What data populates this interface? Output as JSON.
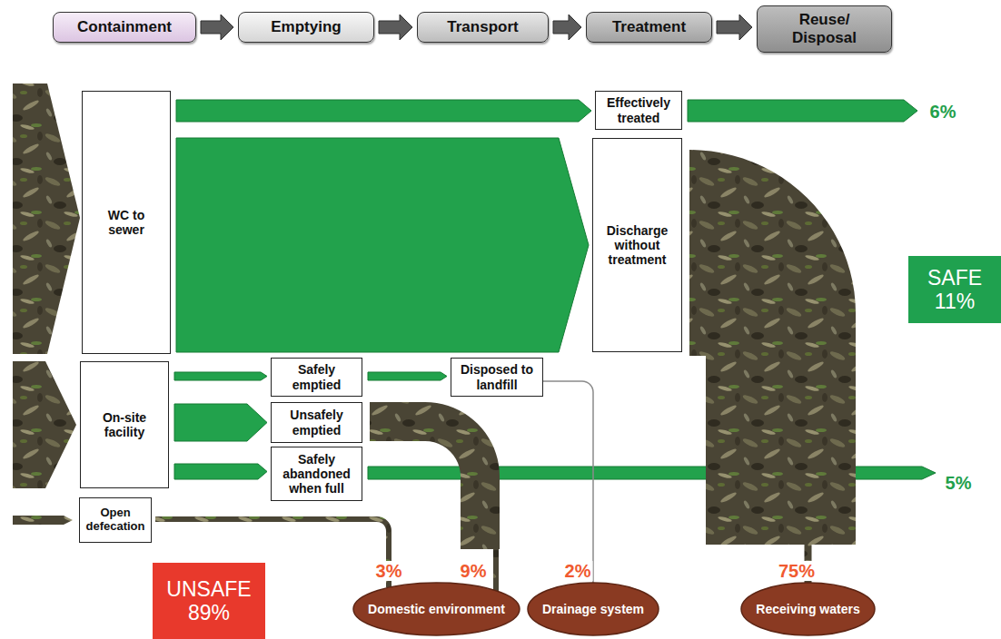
{
  "diagram": {
    "nodes": [
      {
        "text": [
          "Containment"
        ]
      },
      {
        "text": [
          "Emptying"
        ]
      },
      {
        "text": [
          "Transport"
        ]
      },
      {
        "text": [
          "Treatment"
        ]
      },
      {
        "text": [
          "Reuse/ Disposal"
        ]
      },
      {
        "text": [
          "WC to sewer"
        ]
      },
      {
        "text": [
          "Effectively treated"
        ]
      },
      {
        "text": [
          "Discharge without treatment"
        ]
      },
      {
        "text": [
          "SAFE 11%"
        ]
      },
      {
        "text": [
          "On-site facility"
        ]
      },
      {
        "text": [
          "Safely emptied"
        ]
      },
      {
        "text": [
          "Disposed to landfill"
        ]
      },
      {
        "text": [
          "Unsafely emptied"
        ]
      },
      {
        "text": [
          "Safely abandoned when full"
        ]
      },
      {
        "text": [
          "Open defecation"
        ]
      },
      {
        "text": [
          "UNSAFE 89%"
        ]
      },
      {
        "text": [
          "Domestic environment"
        ]
      },
      {
        "text": [
          "Drainage system"
        ]
      },
      {
        "text": [
          "Receiving waters"
        ]
      }
    ],
    "edges": [
      {
        "from": 0,
        "to": 1,
        "arrow": "to"
      },
      {
        "from": 1,
        "to": 2,
        "arrow": "to"
      },
      {
        "from": 2,
        "to": 3,
        "arrow": "to"
      },
      {
        "from": 3,
        "to": 4,
        "arrow": "to"
      },
      {
        "from": 5,
        "to": 6,
        "arrow": "to"
      },
      {
        "from": 5,
        "to": 7,
        "arrow": "to"
      },
      {
        "from": 7,
        "to": 18,
        "arrow": "none"
      },
      {
        "from": 9,
        "to": 10,
        "arrow": "to"
      },
      {
        "from": 10,
        "to": 11,
        "arrow": "to"
      },
      {
        "from": 11,
        "to": 17,
        "arrow": "none"
      },
      {
        "from": 9,
        "to": 12,
        "arrow": "to"
      },
      {
        "from": 12,
        "to": 16,
        "arrow": "none"
      },
      {
        "from": 9,
        "to": 13,
        "arrow": "to"
      },
      {
        "from": 14,
        "to": 16,
        "arrow": "none"
      }
    ],
    "labels": [
      "6%",
      "5%",
      "3%",
      "9%",
      "2%",
      "75%"
    ]
  }
}
